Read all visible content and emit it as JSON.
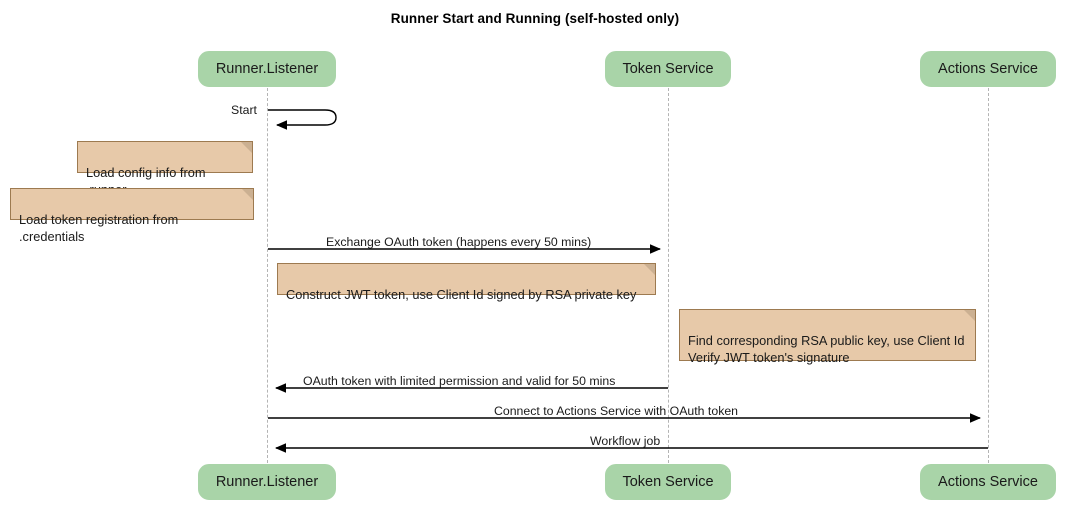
{
  "diagram": {
    "type": "sequence-diagram",
    "title": "Runner Start and Running (self-hosted only)",
    "colors": {
      "participant_fill": "#a9d4a8",
      "note_fill": "#e7c9a9",
      "note_border": "#9d7a50",
      "lifeline": "#b4b4b4",
      "arrow": "#000000",
      "text": "#1a1a1a"
    },
    "participants": [
      {
        "id": "runner",
        "label": "Runner.Listener"
      },
      {
        "id": "token",
        "label": "Token Service"
      },
      {
        "id": "actions",
        "label": "Actions Service"
      }
    ],
    "messages": [
      {
        "id": "start",
        "label": "Start",
        "from": "runner",
        "to": "runner",
        "kind": "self-call",
        "arrow": "left"
      },
      {
        "id": "exchange",
        "label": "Exchange OAuth token (happens every 50 mins)",
        "from": "runner",
        "to": "token",
        "kind": "call",
        "arrow": "right"
      },
      {
        "id": "oauth-return",
        "label": "OAuth token with limited permission and valid for 50 mins",
        "from": "token",
        "to": "runner",
        "kind": "return",
        "arrow": "left"
      },
      {
        "id": "connect",
        "label": "Connect to Actions Service with OAuth token",
        "from": "runner",
        "to": "actions",
        "kind": "call",
        "arrow": "right"
      },
      {
        "id": "workflow-job",
        "label": "Workflow job",
        "from": "actions",
        "to": "runner",
        "kind": "return",
        "arrow": "left"
      }
    ],
    "notes": [
      {
        "id": "note-config",
        "text": "Load config info from .runner",
        "attached_to": "runner"
      },
      {
        "id": "note-credentials",
        "text": "Load token registration from .credentials",
        "attached_to": "runner"
      },
      {
        "id": "note-jwt",
        "text": "Construct JWT token, use Client Id signed by RSA private key",
        "attached_to": "runner"
      },
      {
        "id": "note-verify",
        "text": "Find corresponding RSA public key, use Client Id\nVerify JWT token's signature",
        "attached_to": "token"
      }
    ]
  }
}
